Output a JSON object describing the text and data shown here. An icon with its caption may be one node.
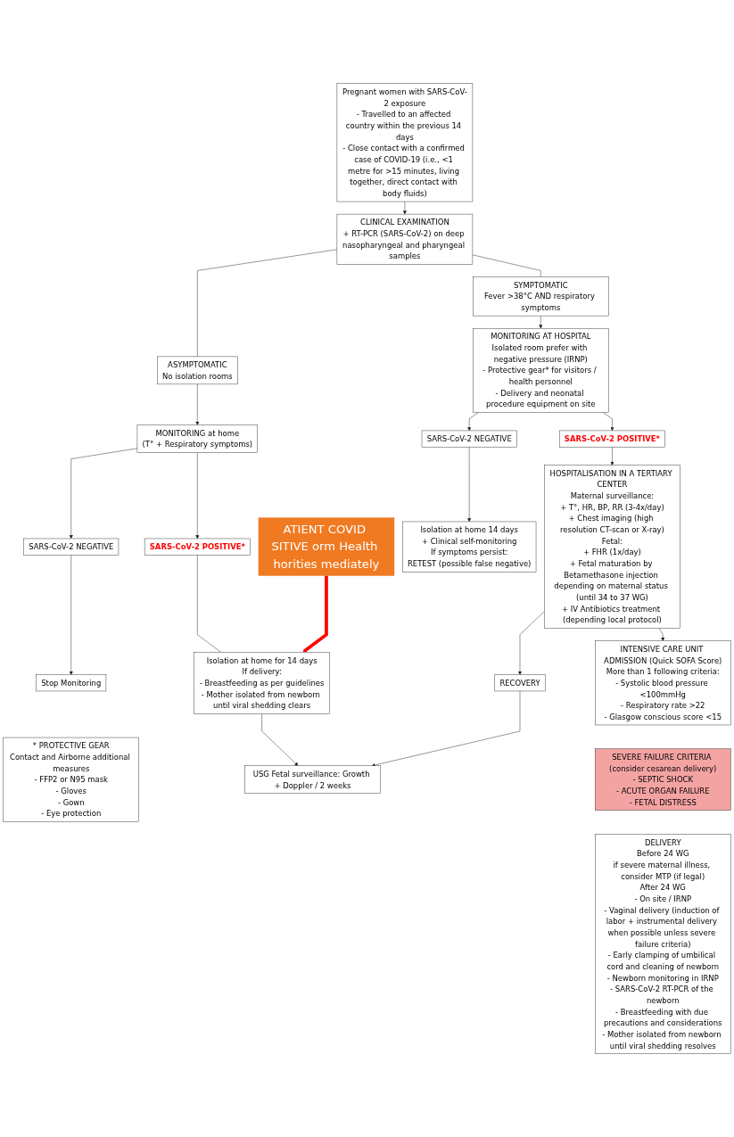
{
  "diagram": {
    "nodes": [
      {
        "text": [
          "Pregnant women with SARS-CoV-2 exposure",
          "- Travelled to an affected country within the previous 14 days",
          "- Close contact with a confirmed case of COVID-19 (i.e., <1 metre for >15 minutes, living together, direct contact with body fluids)"
        ]
      },
      {
        "text": [
          "CLINICAL EXAMINATION",
          "+ RT-PCR (SARS-CoV-2) on deep nasopharyngeal and pharyngeal samples"
        ]
      },
      {
        "text": [
          "ASYMPTOMATIC",
          "No isolation rooms"
        ]
      },
      {
        "text": [
          "SYMPTOMATIC",
          "Fever >38°C AND respiratory symptoms"
        ]
      },
      {
        "text": [
          "MONITORING at home",
          "(T° + Respiratory symptoms)"
        ]
      },
      {
        "text": [
          "MONITORING AT HOSPITAL",
          "Isolated room prefer with negative pressure (IRNP)",
          "- Protective gear* for visitors / health personnel",
          "- Delivery and neonatal procedure equipment on site"
        ]
      },
      {
        "text": [
          "SARS-CoV-2 NEGATIVE"
        ]
      },
      {
        "text": [
          "SARS-CoV-2 POSITIVE*"
        ]
      },
      {
        "text": [
          "SARS-CoV-2 NEGATIVE"
        ]
      },
      {
        "text": [
          "SARS-CoV-2 POSITIVE*"
        ]
      },
      {
        "text": [
          "Isolation at home for 14 days",
          "If delivery:",
          "- Breastfeeding as per guidelines",
          "- Mother isolated from newborn until viral shedding clears"
        ]
      },
      {
        "text": [
          "Isolation at home 14 days",
          "+ Clinical self-monitoring",
          "If symptoms persist:",
          "RETEST (possible false negative)"
        ]
      },
      {
        "text": [
          "Stop Monitoring"
        ]
      },
      {
        "text": [
          "USG Fetal surveillance: Growth + Doppler / 2 weeks"
        ]
      },
      {
        "text": [
          "HOSPITALISATION IN A TERTIARY CENTER",
          "Maternal surveillance:",
          "+ T°, HR, BP, RR (3-4x/day)",
          "+ Chest imaging (high resolution CT-scan or X-ray)",
          "Fetal:",
          "+ FHR (1x/day)",
          "+ Fetal maturation by Betamethasone injection depending on maternal status (until 34 to 37 WG)",
          "+ IV Antibiotics treatment (depending local protocol)"
        ]
      },
      {
        "text": [
          "RECOVERY"
        ]
      },
      {
        "text": [
          "INTENSIVE CARE UNIT ADMISSION (Quick SOFA Score)",
          "More than 1 following criteria:",
          "- Systolic blood pressure <100mmHg",
          "- Respiratory rate >22",
          "- Glasgow conscious score <15"
        ]
      },
      {
        "text": [
          "SEVERE FAILURE CRITERIA (consider cesarean delivery)",
          "- SEPTIC SHOCK",
          "- ACUTE ORGAN FAILURE",
          "- FETAL DISTRESS"
        ]
      },
      {
        "text": [
          "DELIVERY",
          "Before 24 WG",
          "if severe maternal illness, consider MTP (if legal)",
          "After 24 WG",
          "- On site / IRNP",
          "- Vaginal delivery (induction of labor + instrumental delivery when possible unless severe failure criteria)",
          "- Early clamping of umbilical cord and cleaning of newborn",
          "- Newborn monitoring in IRNP",
          "- SARS-CoV-2 RT-PCR of the newborn",
          "- Breastfeeding with due precautions and considerations",
          "- Mother isolated from newborn until viral shedding resolves"
        ]
      },
      {
        "text": [
          "ATIENT COVID SITIVE orm Health horities mediately"
        ]
      },
      {
        "text": [
          "* PROTECTIVE GEAR",
          "Contact and Airborne additional measures",
          "- FFP2 or N95 mask",
          "- Gloves",
          "- Gown",
          "- Eye protection"
        ]
      }
    ],
    "edges": [
      {
        "from": 0,
        "to": 1,
        "arrow": "to"
      },
      {
        "from": 1,
        "to": 2,
        "arrow": "none"
      },
      {
        "from": 1,
        "to": 3,
        "arrow": "none"
      },
      {
        "from": 2,
        "to": 4,
        "arrow": "to"
      },
      {
        "from": 3,
        "to": 5,
        "arrow": "to"
      },
      {
        "from": 4,
        "to": 6,
        "arrow": "to"
      },
      {
        "from": 4,
        "to": 7,
        "arrow": "to"
      },
      {
        "from": 5,
        "to": 8,
        "arrow": "to"
      },
      {
        "from": 5,
        "to": 9,
        "arrow": "to"
      },
      {
        "from": 7,
        "to": 10,
        "arrow": "none"
      },
      {
        "from": 6,
        "to": 12,
        "arrow": "to"
      },
      {
        "from": 10,
        "to": 13,
        "arrow": "to"
      },
      {
        "from": 8,
        "to": 11,
        "arrow": "to"
      },
      {
        "from": 9,
        "to": 14,
        "arrow": "to"
      },
      {
        "from": 15,
        "to": 13,
        "arrow": "to"
      },
      {
        "from": 14,
        "to": 15,
        "arrow": "to"
      },
      {
        "from": 14,
        "to": 16,
        "arrow": "to"
      },
      {
        "from": 19,
        "to": 10,
        "arrow": "to",
        "style": "thick",
        "color": "#ff0000"
      }
    ]
  }
}
